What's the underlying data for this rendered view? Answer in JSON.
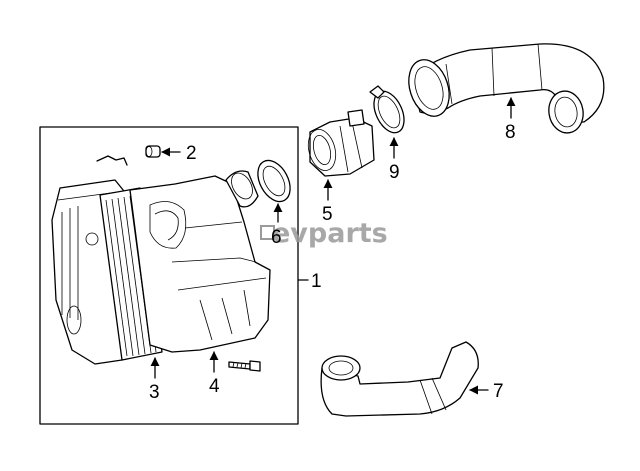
{
  "callouts": {
    "c1": "1",
    "c2": "2",
    "c3": "3",
    "c4": "4",
    "c5": "5",
    "c6": "6",
    "c7": "7",
    "c8": "8",
    "c9": "9"
  },
  "watermark": "evparts"
}
